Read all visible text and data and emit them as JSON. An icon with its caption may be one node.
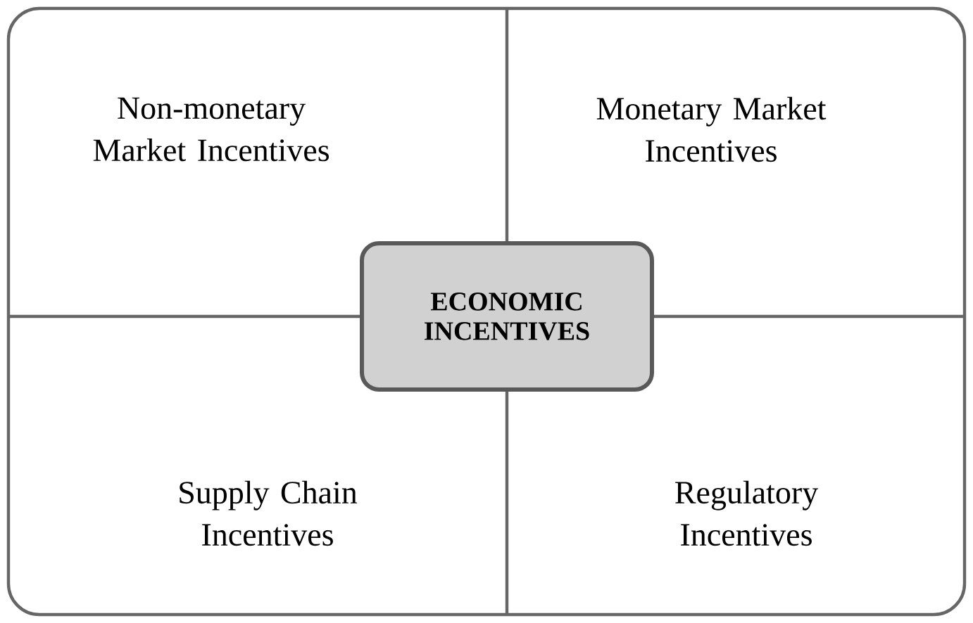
{
  "diagram": {
    "nodes": [
      {
        "text": [
          "Non-monetary Market Incentives"
        ]
      },
      {
        "text": [
          "Monetary Market Incentives"
        ]
      },
      {
        "text": [
          "Supply Chain Incentives"
        ]
      },
      {
        "text": [
          "Regulatory Incentives"
        ]
      },
      {
        "text": [
          "ECONOMIC INCENTIVES"
        ]
      }
    ]
  }
}
